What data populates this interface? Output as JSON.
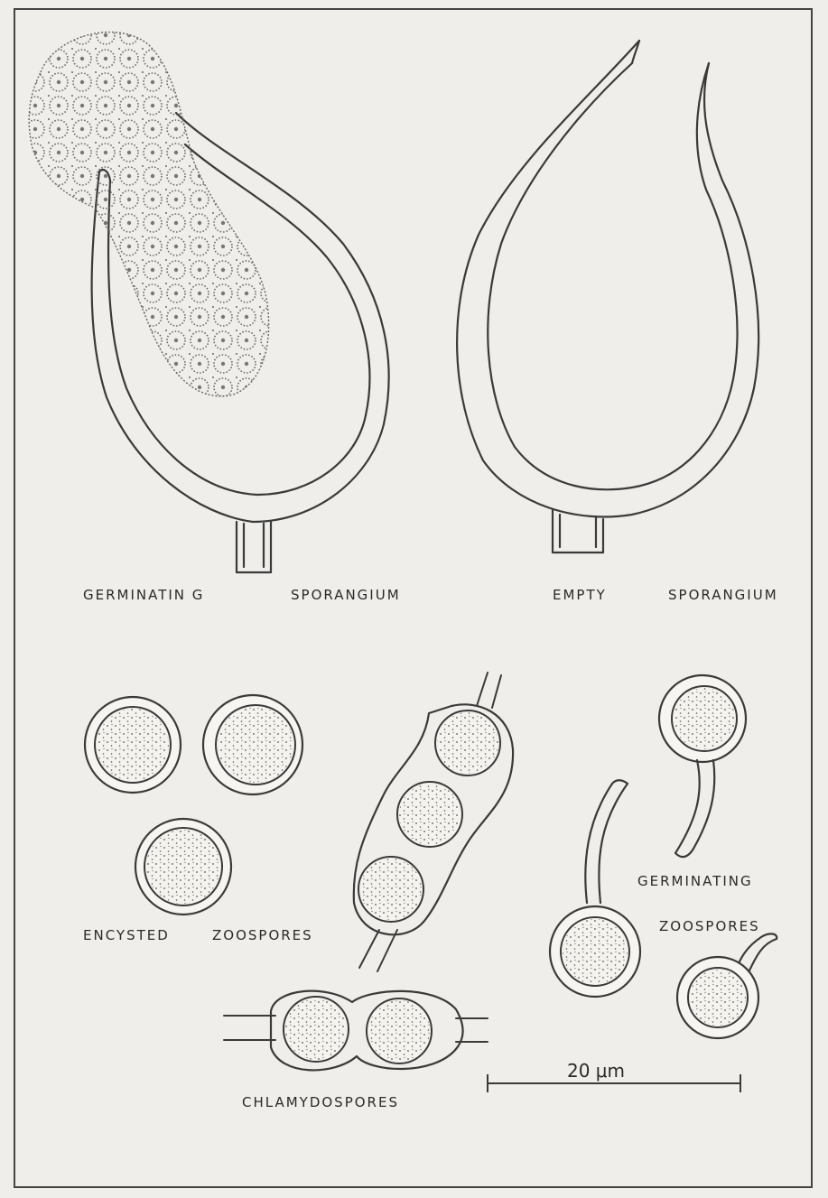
{
  "labels": {
    "germinating_sporangium": [
      "GERMINATIN G",
      "SPORANGIUM"
    ],
    "empty_sporangium": [
      "EMPTY",
      "SPORANGIUM"
    ],
    "encysted_zoospores": [
      "ENCYSTED",
      "ZOOSPORES"
    ],
    "germinating_zoospores": [
      "GERMINATING",
      "ZOOSPORES"
    ],
    "chlamydospores": "CHLAMYDOSPORES",
    "scale": "20 μm"
  },
  "colors": {
    "paper": "#efeeea",
    "ink": "#3a3a3a"
  }
}
